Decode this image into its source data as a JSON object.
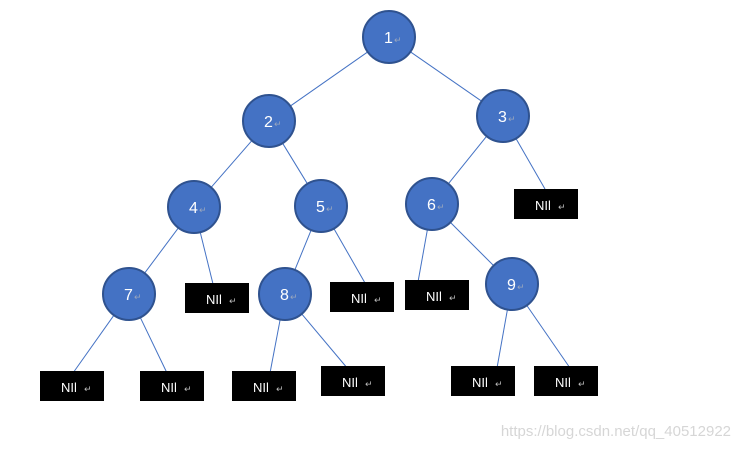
{
  "diagram": {
    "node_color": "#4472c4",
    "nil_color": "#000000",
    "edge_color": "#4472c4",
    "paragraph_mark": "↵",
    "nodes": [
      {
        "id": "n1",
        "label": "1"
      },
      {
        "id": "n2",
        "label": "2"
      },
      {
        "id": "n3",
        "label": "3"
      },
      {
        "id": "n4",
        "label": "4"
      },
      {
        "id": "n5",
        "label": "5"
      },
      {
        "id": "n6",
        "label": "6"
      },
      {
        "id": "n7",
        "label": "7"
      },
      {
        "id": "n8",
        "label": "8"
      },
      {
        "id": "n9",
        "label": "9"
      }
    ],
    "nil_boxes": [
      {
        "id": "nil-3r",
        "label": "NIl"
      },
      {
        "id": "nil-4r",
        "label": "NIl"
      },
      {
        "id": "nil-5r",
        "label": "NIl"
      },
      {
        "id": "nil-6l",
        "label": "NIl"
      },
      {
        "id": "nil-7l",
        "label": "NIl"
      },
      {
        "id": "nil-7r",
        "label": "NIl"
      },
      {
        "id": "nil-8l",
        "label": "NIl"
      },
      {
        "id": "nil-8r",
        "label": "NIl"
      },
      {
        "id": "nil-9l",
        "label": "NIl"
      },
      {
        "id": "nil-9r",
        "label": "NIl"
      }
    ],
    "edges": [
      [
        "n1",
        "n2"
      ],
      [
        "n1",
        "n3"
      ],
      [
        "n2",
        "n4"
      ],
      [
        "n2",
        "n5"
      ],
      [
        "n3",
        "n6"
      ],
      [
        "n3",
        "nil-3r"
      ],
      [
        "n4",
        "n7"
      ],
      [
        "n4",
        "nil-4r"
      ],
      [
        "n5",
        "n8"
      ],
      [
        "n5",
        "nil-5r"
      ],
      [
        "n6",
        "nil-6l"
      ],
      [
        "n6",
        "n9"
      ],
      [
        "n7",
        "nil-7l"
      ],
      [
        "n7",
        "nil-7r"
      ],
      [
        "n8",
        "nil-8l"
      ],
      [
        "n8",
        "nil-8r"
      ],
      [
        "n9",
        "nil-9l"
      ],
      [
        "n9",
        "nil-9r"
      ]
    ]
  },
  "watermark": "https://blog.csdn.net/qq_40512922"
}
